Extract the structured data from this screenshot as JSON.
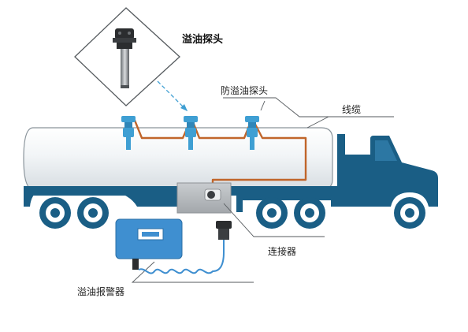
{
  "labels": {
    "probe_title": "溢油探头",
    "anti_overflow_probe": "防溢油探头",
    "cable": "线缆",
    "connector": "连接器",
    "alarm": "溢油报警器"
  },
  "colors": {
    "truck_blue": "#1a5e85",
    "tank_fill": "#e9eff3",
    "probe_blue": "#3f9fd3",
    "cable_orange": "#c0652a",
    "alarm_blue": "#3f8fd0",
    "connector_gray": "#b5b8bb"
  },
  "icons": [
    "overflow-probe-image-icon",
    "alarm-unit-icon",
    "connector-box-icon",
    "truck-icon"
  ]
}
